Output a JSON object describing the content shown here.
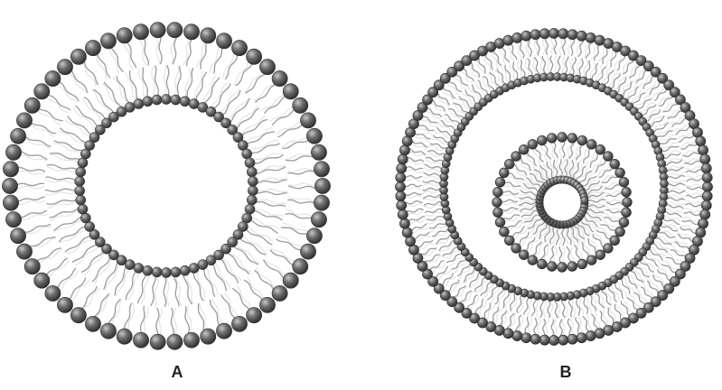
{
  "colors": {
    "head_dark": "#2f2f2f",
    "head_mid": "#6e6e6e",
    "head_light": "#c8c8c8",
    "tail": "#9a9a9a",
    "tail_light": "#e6e6e6"
  },
  "panels": [
    {
      "label": "A",
      "structure": "liposome-bilayer",
      "bilayers": [
        {
          "outer_lipid_count": 58,
          "inner_lipid_count": 58
        }
      ]
    },
    {
      "label": "B",
      "structure": "multilamellar-vesicle",
      "bilayers": [
        {
          "outer_lipid_count": 104,
          "inner_lipid_count": 104
        },
        {
          "outer_lipid_count": 40,
          "inner_lipid_count": 40
        }
      ]
    }
  ]
}
